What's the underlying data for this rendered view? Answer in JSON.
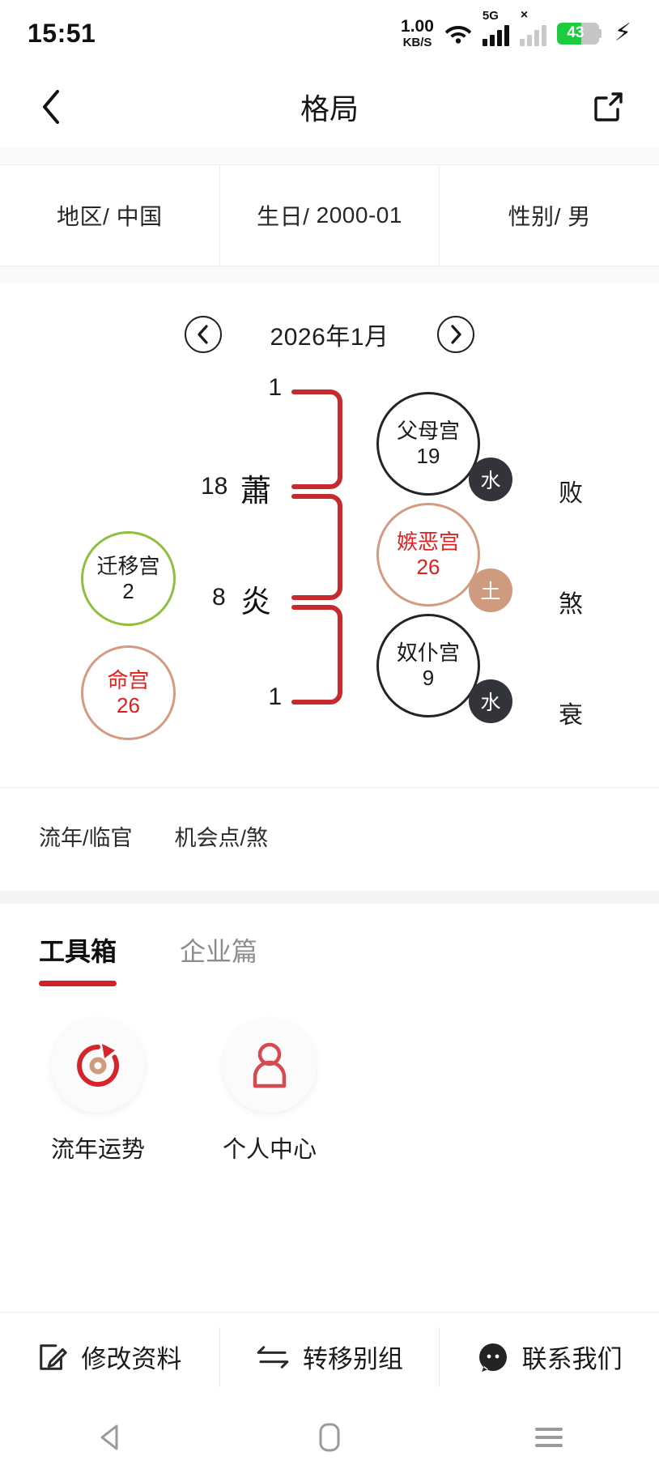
{
  "status_bar": {
    "time": "15:51",
    "net_speed_value": "1.00",
    "net_speed_unit": "KB/S",
    "signal_label": "5G",
    "sim2_x": "×",
    "battery_percent": "43",
    "charging": true
  },
  "nav": {
    "title": "格局",
    "back_icon": "chevron-left-icon",
    "share_icon": "share-icon"
  },
  "info": {
    "cells": [
      {
        "label": "地区/",
        "value": "中国"
      },
      {
        "label": "生日/",
        "value": "2000-01"
      },
      {
        "label": "性别/",
        "value": "男"
      }
    ]
  },
  "month_nav": {
    "prev_icon": "chevron-left-circle-icon",
    "next_icon": "chevron-right-circle-icon",
    "label": "2026年1月"
  },
  "chart_data": {
    "type": "diagram",
    "title": "格局 (palace relationship diagram)",
    "accent_color": "#c72a2e",
    "nodes": [
      {
        "id": "qianyi",
        "name": "迁移宫",
        "value": "2",
        "border_color": "#8fbf3f",
        "text_color": "#1a1a1a",
        "column": "left",
        "row": 2,
        "element_badge": null
      },
      {
        "id": "minggong",
        "name": "命宫",
        "value": "26",
        "border_color": "#d49b80",
        "text_color": "#e02020",
        "column": "left",
        "row": 3,
        "element_badge": null
      },
      {
        "id": "fumu",
        "name": "父母宫",
        "value": "19",
        "border_color": "#23242a",
        "text_color": "#1a1a1a",
        "column": "right",
        "row": 1,
        "element_badge": "水",
        "badge_color": "#32343a"
      },
      {
        "id": "jie_e",
        "name": "嫉恶宫",
        "value": "26",
        "border_color": "#d49b80",
        "text_color": "#e02020",
        "column": "right",
        "row": 2,
        "element_badge": "土",
        "badge_color": "#cf9b7f"
      },
      {
        "id": "nupu",
        "name": "奴仆宫",
        "value": "9",
        "border_color": "#23242a",
        "text_color": "#1a1a1a",
        "column": "right",
        "row": 3,
        "element_badge": "水",
        "badge_color": "#32343a"
      }
    ],
    "center_chars": [
      {
        "char": "蕭",
        "row": 1,
        "left_number": "18"
      },
      {
        "char": "炎",
        "row": 2,
        "left_number": "8"
      }
    ],
    "edge_numbers": {
      "top": "1",
      "bottom": "1"
    },
    "left_numbers": [
      "18",
      "8"
    ],
    "right_labels": [
      "败",
      "煞",
      "衰"
    ],
    "brackets": 3
  },
  "diagram": {
    "top_num": "1",
    "bottom_num": "1",
    "num_18": "18",
    "num_8": "8",
    "char_xiao": "蕭",
    "char_yan": "炎",
    "right_1": "败",
    "right_2": "煞",
    "right_3": "衰",
    "node_fumu_name": "父母宫",
    "node_fumu_val": "19",
    "node_fumu_badge": "水",
    "node_jie_name": "嫉恶宫",
    "node_jie_val": "26",
    "node_jie_badge": "土",
    "node_nupu_name": "奴仆宫",
    "node_nupu_val": "9",
    "node_nupu_badge": "水",
    "node_qianyi_name": "迁移宫",
    "node_qianyi_val": "2",
    "node_ming_name": "命宫",
    "node_ming_val": "26"
  },
  "status_line": {
    "item1": "流年/临官",
    "item2": "机会点/煞"
  },
  "tabs": [
    {
      "label": "工具箱",
      "active": true
    },
    {
      "label": "企业篇",
      "active": false
    }
  ],
  "tools": [
    {
      "label": "流年运势",
      "icon": "refresh-fortune-icon"
    },
    {
      "label": "个人中心",
      "icon": "person-icon"
    }
  ],
  "bottom_bar": [
    {
      "label": "修改资料",
      "icon": "edit-document-icon"
    },
    {
      "label": "转移别组",
      "icon": "swap-arrows-icon"
    },
    {
      "label": "联系我们",
      "icon": "customer-service-icon"
    }
  ],
  "android_nav": {
    "back": "triangle-back-icon",
    "home": "home-rect-icon",
    "recents": "recents-lines-icon"
  }
}
